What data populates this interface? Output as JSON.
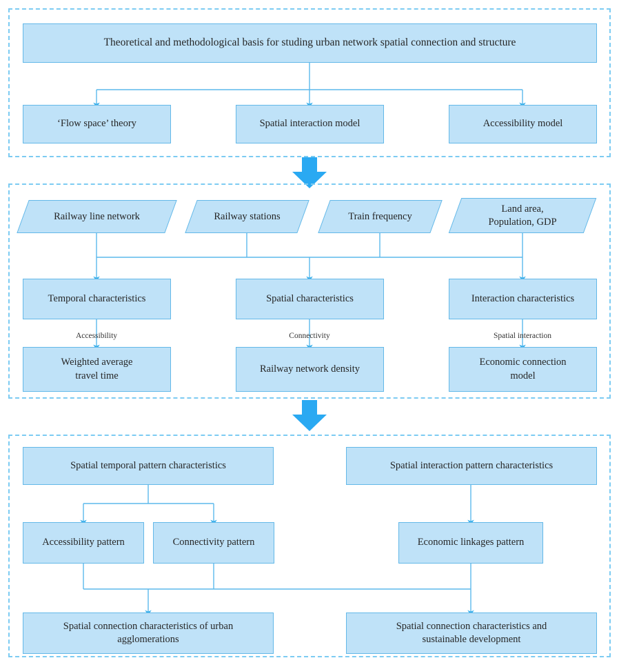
{
  "diagram": {
    "title": "Research framework flowchart for urban network spatial connection and structure",
    "accent_color": "#2aa9f2",
    "node_fill": "#bfe2f8",
    "node_border": "#63b8e8",
    "panel_border": "#7ccbf2"
  },
  "panel1": {
    "title_box": "Theoretical and methodological basis for studing urban network spatial connection and structure",
    "children": [
      {
        "label": "‘Flow space’ theory"
      },
      {
        "label": "Spatial interaction model"
      },
      {
        "label": "Accessibility model"
      }
    ]
  },
  "panel2": {
    "data_sources": [
      {
        "label": "Railway line network"
      },
      {
        "label": "Railway stations"
      },
      {
        "label": "Train frequency"
      },
      {
        "label_line1": "Land area,",
        "label_line2": "Population, GDP"
      }
    ],
    "characteristics": [
      {
        "label": "Temporal characteristics"
      },
      {
        "label": "Spatial characteristics"
      },
      {
        "label": "Interaction characteristics"
      }
    ],
    "edge_labels": [
      {
        "label": "Accessibility"
      },
      {
        "label": "Connectivity"
      },
      {
        "label": "Spatial interaction"
      }
    ],
    "methods": [
      {
        "label_line1": "Weighted average",
        "label_line2": "travel time"
      },
      {
        "label_line1": "Railway network density",
        "label_line2": ""
      },
      {
        "label_line1": "Economic connection",
        "label_line2": "model"
      }
    ]
  },
  "panel3": {
    "patterns_top": [
      {
        "label": "Spatial temporal pattern characteristics"
      },
      {
        "label": "Spatial interaction pattern characteristics"
      }
    ],
    "patterns_mid": [
      {
        "label": "Accessibility pattern"
      },
      {
        "label": "Connectivity pattern"
      },
      {
        "label": "Economic linkages pattern"
      }
    ],
    "outcomes": [
      {
        "label_line1": "Spatial connection characteristics of urban",
        "label_line2": "agglomerations"
      },
      {
        "label_line1": "Spatial connection characteristics and",
        "label_line2": "sustainable development"
      }
    ]
  }
}
